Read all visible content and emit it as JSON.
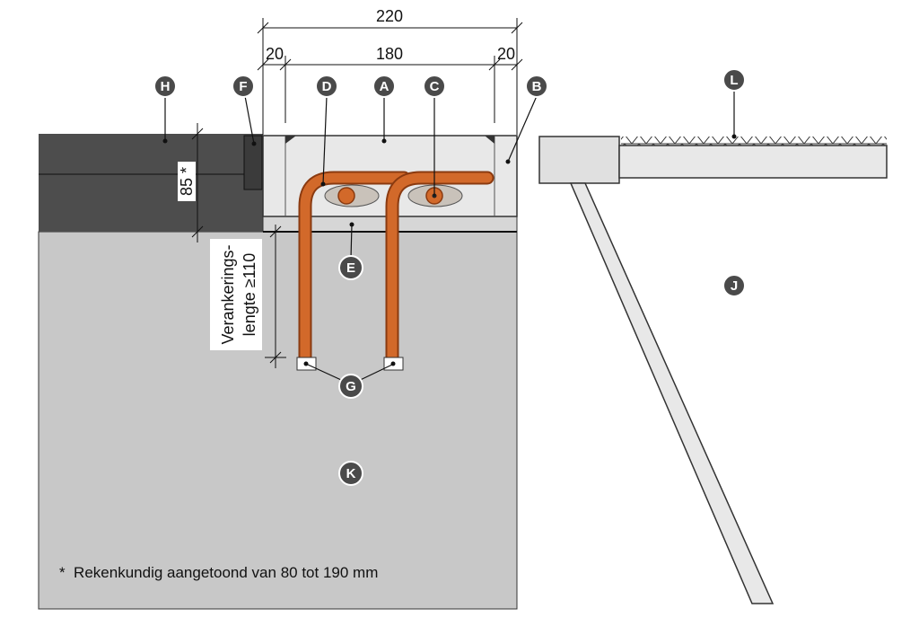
{
  "dimensions": {
    "total": "220",
    "inner": "180",
    "left_edge": "20",
    "right_edge": "20",
    "height": "85 *",
    "anchorage_line1": "Verankerings-",
    "anchorage_line2": "lengte ≥110"
  },
  "labels": {
    "A": "A",
    "B": "B",
    "C": "C",
    "D": "D",
    "E": "E",
    "F": "F",
    "G": "G",
    "H": "H",
    "J": "J",
    "K": "K",
    "L": "L"
  },
  "footnote": "*  Rekenkundig aangetoond van 80 tot 190 mm",
  "colors": {
    "pipe": "#d2692a",
    "pipe_outline": "#8a3a10",
    "concrete": "#c8c8c8",
    "dark_slab": "#4d4d4d",
    "block": "#e8e8e8",
    "badge": "#4a4a4a"
  }
}
